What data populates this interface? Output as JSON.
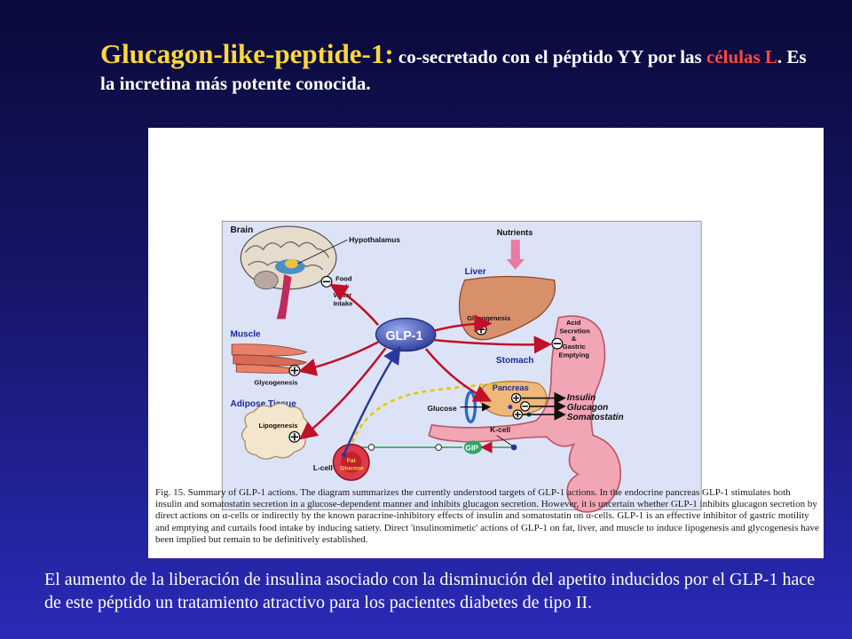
{
  "title": {
    "main": "Glucagon-like-peptide-1:",
    "rest": " co-secretado con el péptido YY por las ",
    "cells": "células L",
    "end": ". Es la incretina más potente conocida."
  },
  "diagram": {
    "center": "GLP-1",
    "brain": "Brain",
    "hypothalamus": "Hypothalamus",
    "food": "Food",
    "and": "and",
    "water": "Water",
    "intake": "Intake",
    "nutrients": "Nutrients",
    "liver": "Liver",
    "glycogenesis_liver": "Glycogenesis",
    "muscle": "Muscle",
    "glycogenesis_muscle": "Glycogenesis",
    "acid": "Acid",
    "secretion": "Secretion",
    "amp": "&",
    "gastric": "Gastric",
    "emptying": "Emptying",
    "stomach": "Stomach",
    "pancreas": "Pancreas",
    "insulin": "Insulin",
    "glucagon": "Glucagon",
    "somatostatin": "Somatostatin",
    "glucose": "Glucose",
    "adipose": "Adipose Tissue",
    "lipogenesis": "Lipogenesis",
    "kcell": "K-cell",
    "gip": "GIP",
    "lcell": "L-cell",
    "fat": "Fat",
    "glucose_small": "Glucose"
  },
  "caption": "Fig. 15. Summary of GLP-1 actions. The diagram summarizes the currently understood targets of GLP-1 actions. In the endocrine pancreas GLP-1 stimulates both insulin and somatostatin secretion in a glucose-dependent manner and inhibits glucagon secretion. However, it is uncertain whether GLP-1 inhibits glucagon secretion by direct actions on α-cells or indirectly by the known paracrine-inhibitory effects of insulin and somatostatin on α-cells. GLP-1 is an effective inhibitor of gastric motility and emptying and curtails food intake by inducing satiety. Direct 'insulinomimetic' actions of GLP-1 on fat, liver, and muscle to induce lipogenesis and glycogenesis have been implied but remain to be definitively established.",
  "bottom_text": "El aumento de la liberación de insulina asociado con la disminución del apetito inducidos por el GLP-1  hace de este péptido un tratamiento atractivo para los pacientes diabetes de tipo II.",
  "colors": {
    "title_yellow": "#ffd83a",
    "highlight_red": "#ff4a3a",
    "panel_bg": "#dde3f6",
    "arrow_red": "#c0102a",
    "glp1_blue": "#2a3a9a"
  }
}
